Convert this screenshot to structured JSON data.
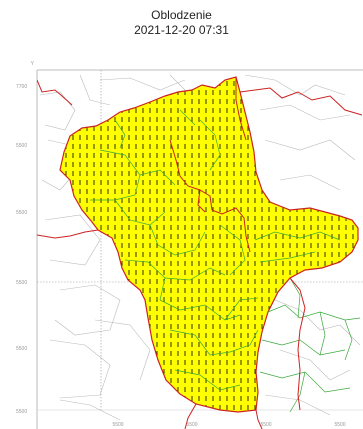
{
  "title": "Oblodzenie",
  "subtitle": "2021-12-20 07:31",
  "axis": {
    "y_label": "Y",
    "y_ticks": [
      "7700",
      "5500",
      "5500",
      "5500",
      "5500",
      "5500"
    ],
    "x_ticks": [
      "5500",
      "5500",
      "5500",
      "5500"
    ]
  },
  "colors": {
    "warning_fill": "#ffff00",
    "warning_hatch": "#1a1a00",
    "province_border": "#cc2222",
    "county_border": "#3aaa3a",
    "outer_county": "#bbbbbb",
    "grid": "#999999"
  }
}
